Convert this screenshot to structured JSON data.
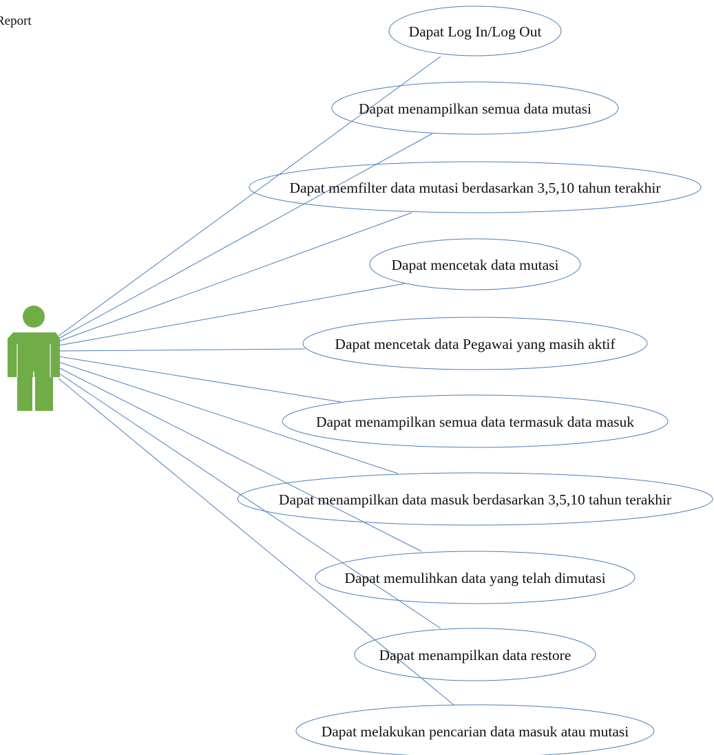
{
  "actor": {
    "label": "Report",
    "color": "#70ad47"
  },
  "line_color": "#4a7ebb",
  "use_cases": [
    {
      "label": "Dapat Log In/Log Out"
    },
    {
      "label": "Dapat menampilkan semua data mutasi"
    },
    {
      "label": "Dapat memfilter data mutasi berdasarkan 3,5,10 tahun terakhir"
    },
    {
      "label": "Dapat mencetak data mutasi"
    },
    {
      "label": "Dapat mencetak data Pegawai yang masih aktif"
    },
    {
      "label": "Dapat menampilkan semua data termasuk data masuk"
    },
    {
      "label": "Dapat menampilkan data masuk berdasarkan 3,5,10 tahun terakhir"
    },
    {
      "label": "Dapat memulihkan data yang telah dimutasi"
    },
    {
      "label": "Dapat menampilkan data restore"
    },
    {
      "label": "Dapat melakukan pencarian data masuk atau mutasi"
    }
  ]
}
